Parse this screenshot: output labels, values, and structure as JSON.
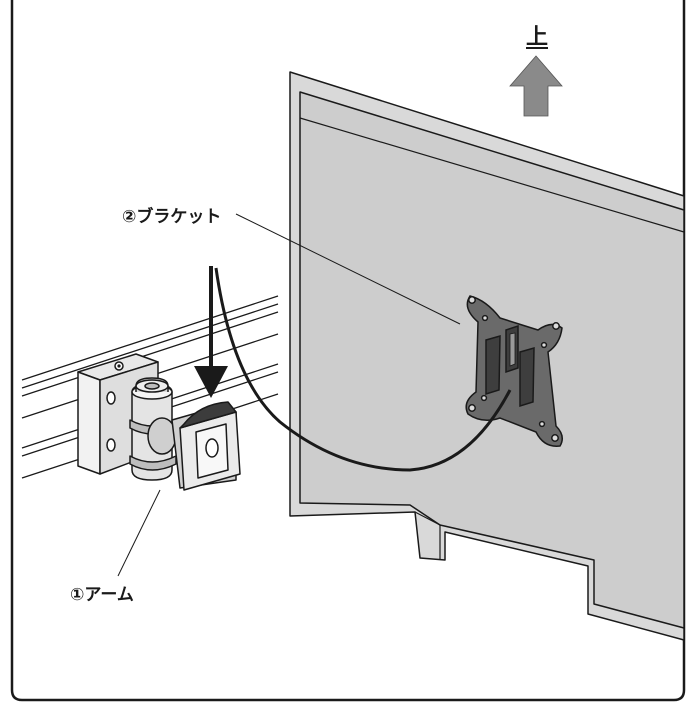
{
  "labels": {
    "up": "上",
    "bracket": "②ブラケット",
    "arm": "①アーム"
  },
  "colors": {
    "panel_fill": "#cfcfcf",
    "panel_frame": "#dadada",
    "arrow_gray": "#8a8a8a",
    "metal_dark": "#5b5b5b",
    "outline": "#1a1a1a"
  },
  "icons": {
    "up_arrow": "up-arrow-icon",
    "down_arrow": "down-arrow-icon"
  }
}
